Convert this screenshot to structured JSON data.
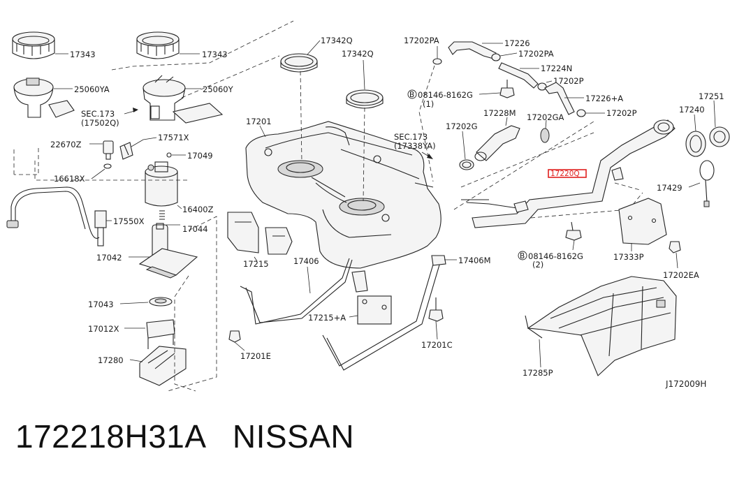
{
  "caption": {
    "part_number": "172218H31A",
    "brand": "NISSAN"
  },
  "diagram_code": "J172009H",
  "labels": {
    "p17343_a": "17343",
    "p17343_b": "17343",
    "p25060ya": "25060YA",
    "p25060y": "25060Y",
    "sec173_left": "SEC.173",
    "sec173_left_sub": "(17502Q)",
    "p17571x": "17571X",
    "p22670z": "22670Z",
    "p17049": "17049",
    "p16618x": "16618X",
    "p16400z": "16400Z",
    "p17550x": "17550X",
    "p17044": "17044",
    "p17042": "17042",
    "p17043": "17043",
    "p17012x": "17012X",
    "p17280": "17280",
    "p17342q_a": "17342Q",
    "p17342q_b": "17342Q",
    "p17201": "17201",
    "sec173_mid": "SEC.173",
    "sec173_mid_sub": "(17338YA)",
    "p17215": "17215",
    "p17406": "17406",
    "p17215a": "17215+A",
    "p17201e": "17201E",
    "p17406m": "17406M",
    "p17201c": "17201C",
    "p17202pa_a": "17202PA",
    "p17226": "17226",
    "p17202pa_b": "17202PA",
    "p17224n": "17224N",
    "p17202p_a": "17202P",
    "bolt1": "08146-8162G",
    "bolt1_qty": "(1)",
    "p17226a": "17226+A",
    "p17228m": "17228M",
    "p17202ga": "17202GA",
    "p17202p_b": "17202P",
    "p17202g": "17202G",
    "p17220q": "17220Q",
    "bolt2": "08146-8162G",
    "bolt2_qty": "(2)",
    "p17333p": "17333P",
    "p17251": "17251",
    "p17240": "17240",
    "p17429": "17429",
    "p17202ea": "17202EA",
    "p17285p": "17285P",
    "bolt_marker": "B"
  },
  "highlight_color": "#e0201e"
}
